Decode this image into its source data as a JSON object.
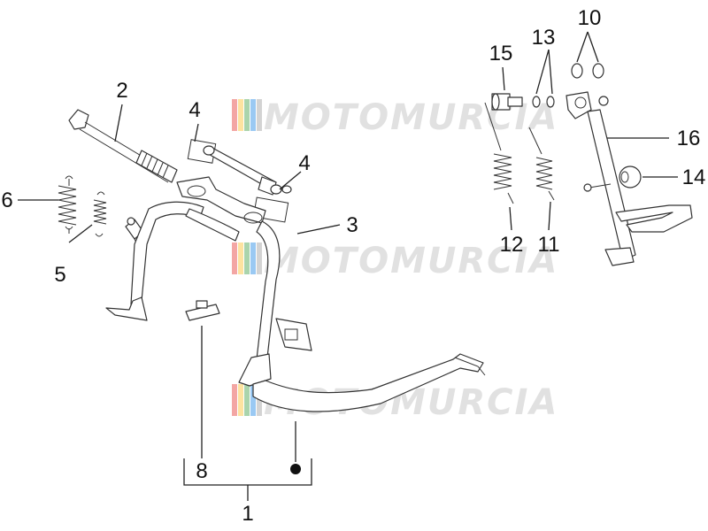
{
  "watermark": {
    "text": "MOTOMURCIA",
    "stripe_colors": [
      "#e53935",
      "#fbc02d",
      "#43a047",
      "#1e88e5",
      "#9e9e9e"
    ]
  },
  "callouts": {
    "c1": "1",
    "c2": "2",
    "c3": "3",
    "c4a": "4",
    "c4b": "4",
    "c5": "5",
    "c6": "6",
    "c8": "8",
    "c10": "10",
    "c11": "11",
    "c12": "12",
    "c13": "13",
    "c14": "14",
    "c15": "15",
    "c16": "16"
  }
}
